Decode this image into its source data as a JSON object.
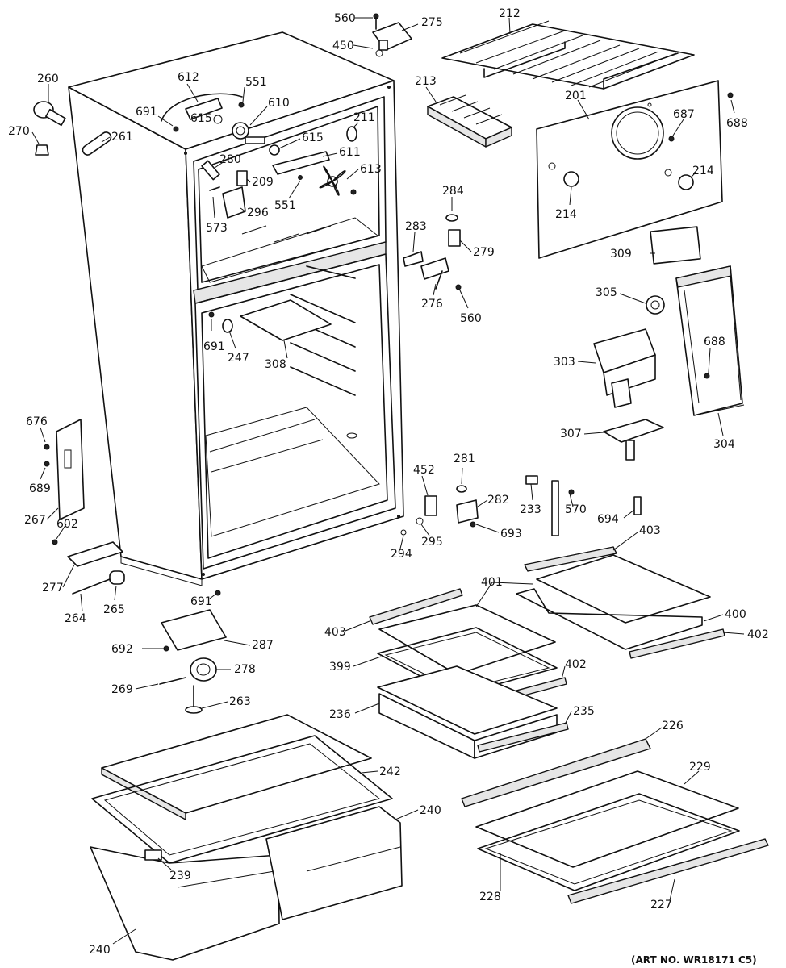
{
  "art_number": "(ART NO. WR18171 C5)",
  "callouts": [
    {
      "id": "c560a",
      "label": "560"
    },
    {
      "id": "c275",
      "label": "275"
    },
    {
      "id": "c450",
      "label": "450"
    },
    {
      "id": "c212",
      "label": "212"
    },
    {
      "id": "c260",
      "label": "260"
    },
    {
      "id": "c612",
      "label": "612"
    },
    {
      "id": "c551a",
      "label": "551"
    },
    {
      "id": "c691a",
      "label": "691"
    },
    {
      "id": "c615a",
      "label": "615"
    },
    {
      "id": "c610",
      "label": "610"
    },
    {
      "id": "c211",
      "label": "211"
    },
    {
      "id": "c213",
      "label": "213"
    },
    {
      "id": "c201",
      "label": "201"
    },
    {
      "id": "c687",
      "label": "687"
    },
    {
      "id": "c688a",
      "label": "688"
    },
    {
      "id": "c270",
      "label": "270"
    },
    {
      "id": "c261",
      "label": "261"
    },
    {
      "id": "c615b",
      "label": "615"
    },
    {
      "id": "c611",
      "label": "611"
    },
    {
      "id": "c280",
      "label": "280"
    },
    {
      "id": "c209",
      "label": "209"
    },
    {
      "id": "c613",
      "label": "613"
    },
    {
      "id": "c551b",
      "label": "551"
    },
    {
      "id": "c296",
      "label": "296"
    },
    {
      "id": "c573",
      "label": "573"
    },
    {
      "id": "c284",
      "label": "284"
    },
    {
      "id": "c214a",
      "label": "214"
    },
    {
      "id": "c214b",
      "label": "214"
    },
    {
      "id": "c283",
      "label": "283"
    },
    {
      "id": "c279",
      "label": "279"
    },
    {
      "id": "c309",
      "label": "309"
    },
    {
      "id": "c276",
      "label": "276"
    },
    {
      "id": "c560b",
      "label": "560"
    },
    {
      "id": "c305",
      "label": "305"
    },
    {
      "id": "c691b",
      "label": "691"
    },
    {
      "id": "c247",
      "label": "247"
    },
    {
      "id": "c308",
      "label": "308"
    },
    {
      "id": "c688b",
      "label": "688"
    },
    {
      "id": "c303",
      "label": "303"
    },
    {
      "id": "c304",
      "label": "304"
    },
    {
      "id": "c676",
      "label": "676"
    },
    {
      "id": "c689",
      "label": "689"
    },
    {
      "id": "c307",
      "label": "307"
    },
    {
      "id": "c281",
      "label": "281"
    },
    {
      "id": "c452",
      "label": "452"
    },
    {
      "id": "c233",
      "label": "233"
    },
    {
      "id": "c570",
      "label": "570"
    },
    {
      "id": "c282",
      "label": "282"
    },
    {
      "id": "c694",
      "label": "694"
    },
    {
      "id": "c267",
      "label": "267"
    },
    {
      "id": "c602",
      "label": "602"
    },
    {
      "id": "c295",
      "label": "295"
    },
    {
      "id": "c693",
      "label": "693"
    },
    {
      "id": "c403a",
      "label": "403"
    },
    {
      "id": "c294",
      "label": "294"
    },
    {
      "id": "c277",
      "label": "277"
    },
    {
      "id": "c401",
      "label": "401"
    },
    {
      "id": "c691c",
      "label": "691"
    },
    {
      "id": "c264",
      "label": "264"
    },
    {
      "id": "c265",
      "label": "265"
    },
    {
      "id": "c400",
      "label": "400"
    },
    {
      "id": "c403b",
      "label": "403"
    },
    {
      "id": "c402a",
      "label": "402"
    },
    {
      "id": "c692",
      "label": "692"
    },
    {
      "id": "c287",
      "label": "287"
    },
    {
      "id": "c399",
      "label": "399"
    },
    {
      "id": "c402b",
      "label": "402"
    },
    {
      "id": "c278",
      "label": "278"
    },
    {
      "id": "c269",
      "label": "269"
    },
    {
      "id": "c263",
      "label": "263"
    },
    {
      "id": "c235",
      "label": "235"
    },
    {
      "id": "c236",
      "label": "236"
    },
    {
      "id": "c226",
      "label": "226"
    },
    {
      "id": "c242",
      "label": "242"
    },
    {
      "id": "c229",
      "label": "229"
    },
    {
      "id": "c240a",
      "label": "240"
    },
    {
      "id": "c239",
      "label": "239"
    },
    {
      "id": "c228",
      "label": "228"
    },
    {
      "id": "c227",
      "label": "227"
    },
    {
      "id": "c240b",
      "label": "240"
    }
  ]
}
